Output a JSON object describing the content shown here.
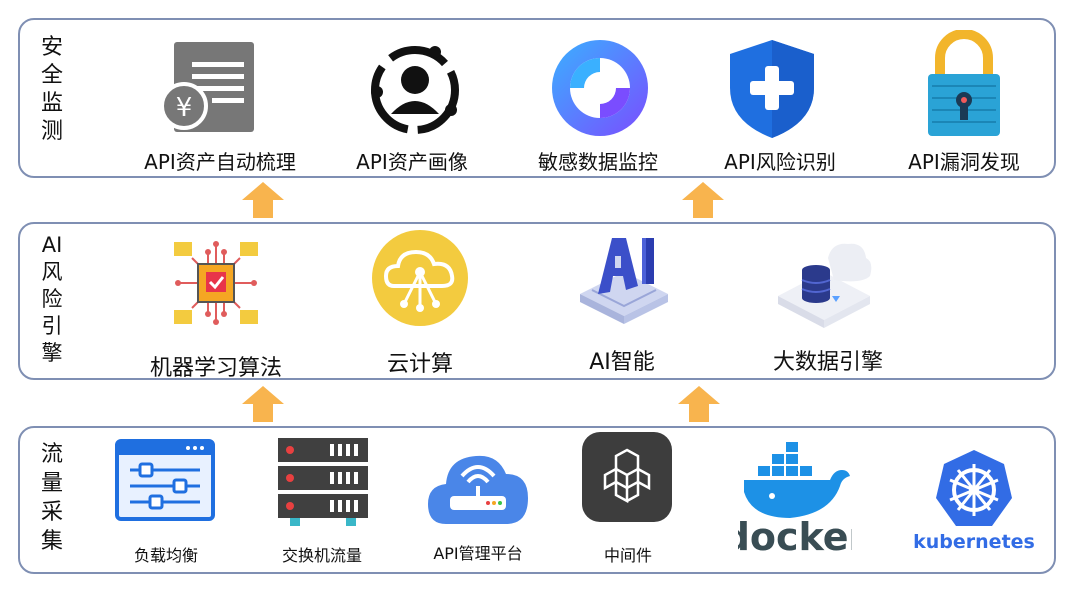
{
  "layers": {
    "security": {
      "title": "安全\n监测",
      "items": [
        "API资产自动梳理",
        "API资产画像",
        "敏感数据监控",
        "API风险识别",
        "API漏洞发现"
      ]
    },
    "ai_engine": {
      "title": "AI\n风\n险\n引\n擎",
      "items": [
        "机器学习算法",
        "云计算",
        "AI智能",
        "大数据引擎"
      ]
    },
    "collection": {
      "title": "流\n量\n采\n集",
      "items": [
        "负载均衡",
        "交换机流量",
        "API管理平台",
        "中间件"
      ],
      "logos": [
        "docker",
        "kubernetes"
      ]
    }
  },
  "icons": {
    "security": [
      "document-yuan-icon",
      "user-profile-icon",
      "sync-data-icon",
      "shield-plus-icon",
      "padlock-icon"
    ],
    "ai_engine": [
      "circuit-chip-icon",
      "cloud-network-icon",
      "ai-isometric-icon",
      "database-cloud-icon"
    ],
    "collection": [
      "load-balancer-icon",
      "server-rack-icon",
      "router-cloud-icon",
      "hexagon-network-icon",
      "docker-whale-icon",
      "kubernetes-helm-icon"
    ]
  },
  "colors": {
    "border": "#7f8fb3",
    "arrow": "#f8b44e",
    "blue": "#1f6fe0",
    "docker_blue": "#1d91e6",
    "docker_text": "#394d54",
    "k8s": "#326ce5",
    "yellow": "#f3cb3f"
  }
}
